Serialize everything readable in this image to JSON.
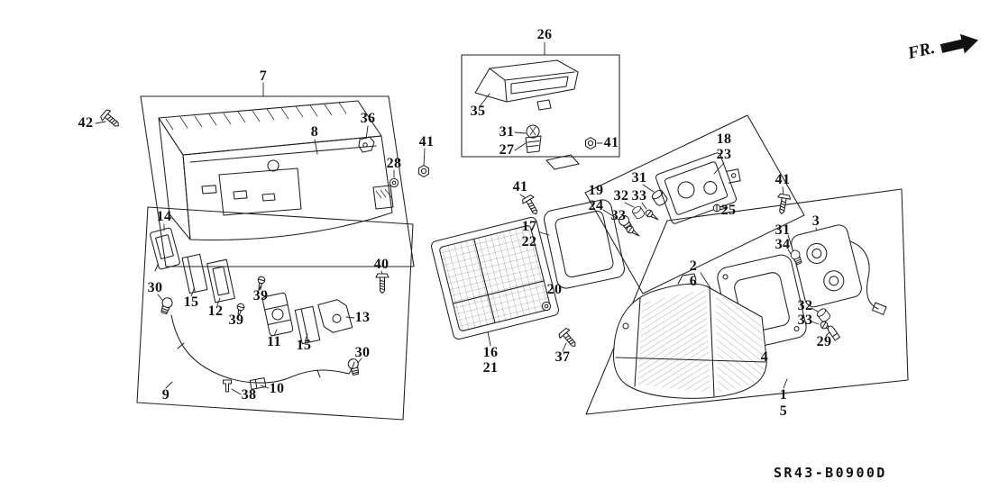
{
  "figure": {
    "fr_label": "FR.",
    "diagram_code": "SR43-B0900D"
  },
  "callouts": [
    {
      "label": "42"
    },
    {
      "label": "7"
    },
    {
      "label": "8"
    },
    {
      "label": "36"
    },
    {
      "label": "28"
    },
    {
      "label": "41"
    },
    {
      "label": "26"
    },
    {
      "label": "35"
    },
    {
      "label": "31"
    },
    {
      "label": "27"
    },
    {
      "label": "41"
    },
    {
      "label": "18"
    },
    {
      "label": "23"
    },
    {
      "label": "41"
    },
    {
      "label": "19"
    },
    {
      "label": "24"
    },
    {
      "label": "31"
    },
    {
      "label": "32"
    },
    {
      "label": "33"
    },
    {
      "label": "33"
    },
    {
      "label": "25"
    },
    {
      "label": "41"
    },
    {
      "label": "3"
    },
    {
      "label": "31"
    },
    {
      "label": "34"
    },
    {
      "label": "17"
    },
    {
      "label": "22"
    },
    {
      "label": "14"
    },
    {
      "label": "30"
    },
    {
      "label": "15"
    },
    {
      "label": "12"
    },
    {
      "label": "39"
    },
    {
      "label": "39"
    },
    {
      "label": "11"
    },
    {
      "label": "15"
    },
    {
      "label": "13"
    },
    {
      "label": "30"
    },
    {
      "label": "40"
    },
    {
      "label": "20"
    },
    {
      "label": "2"
    },
    {
      "label": "6"
    },
    {
      "label": "32"
    },
    {
      "label": "33"
    },
    {
      "label": "29"
    },
    {
      "label": "9"
    },
    {
      "label": "38"
    },
    {
      "label": "10"
    },
    {
      "label": "16"
    },
    {
      "label": "21"
    },
    {
      "label": "37"
    },
    {
      "label": "4"
    },
    {
      "label": "1"
    },
    {
      "label": "5"
    }
  ]
}
